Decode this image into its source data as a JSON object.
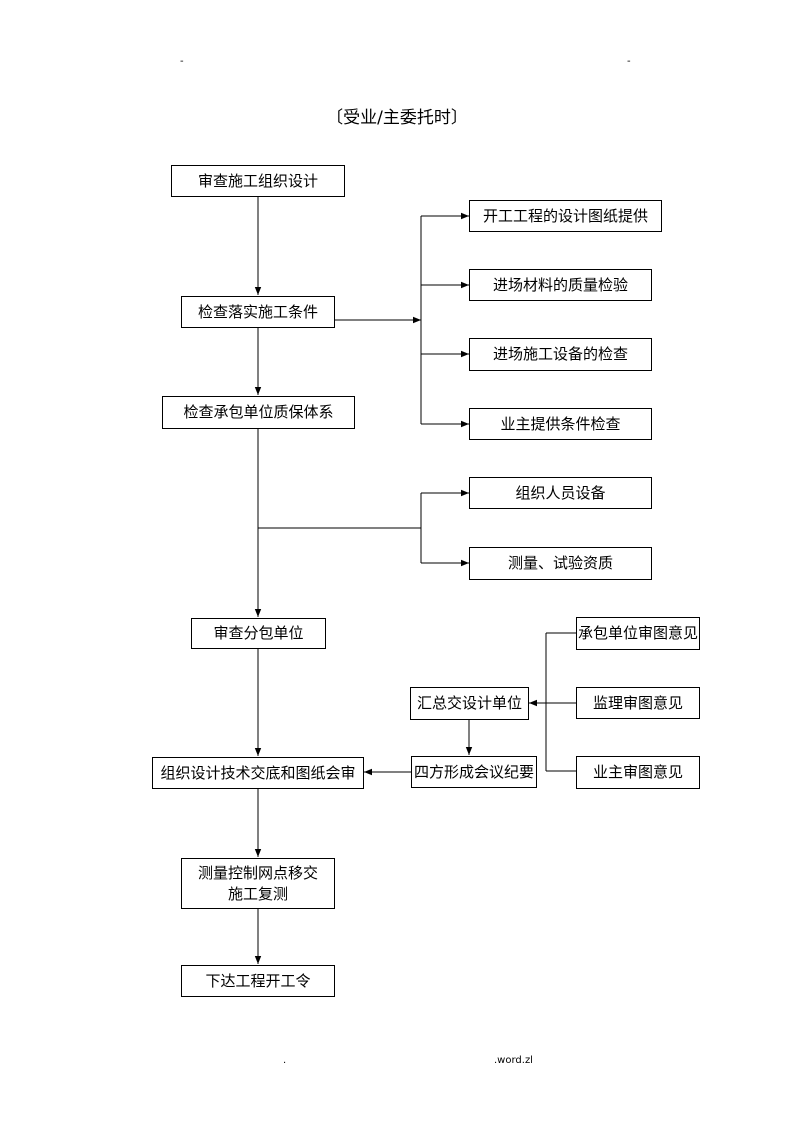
{
  "header": {
    "left_mark": "-",
    "right_mark": "-"
  },
  "title": "〔受业/主委托时〕",
  "nodes": {
    "review_design": "审查施工组织设计",
    "check_conditions": "检查落实施工条件",
    "check_qa_system": "检查承包单位质保体系",
    "review_subcontractor": "审查分包单位",
    "drawings_supply": "开工工程的设计图纸提供",
    "material_check": "进场材料的质量检验",
    "equipment_check": "进场施工设备的检查",
    "owner_conditions": "业主提供条件检查",
    "staff_equipment": "组织人员设备",
    "survey_qualification": "测量、试验资质",
    "contractor_opinion": "承包单位审图意见",
    "supervisor_opinion": "监理审图意见",
    "owner_opinion": "业主审图意见",
    "summary_to_designer": "汇总交设计单位",
    "four_party_minutes": "四方形成会议纪要",
    "tech_disclosure": "组织设计技术交底和图纸会审",
    "control_points_line1": "测量控制网点移交",
    "control_points_line2": "施工复测",
    "start_order": "下达工程开工令"
  },
  "footer": {
    "left": ".",
    "right": ".word.zl"
  }
}
